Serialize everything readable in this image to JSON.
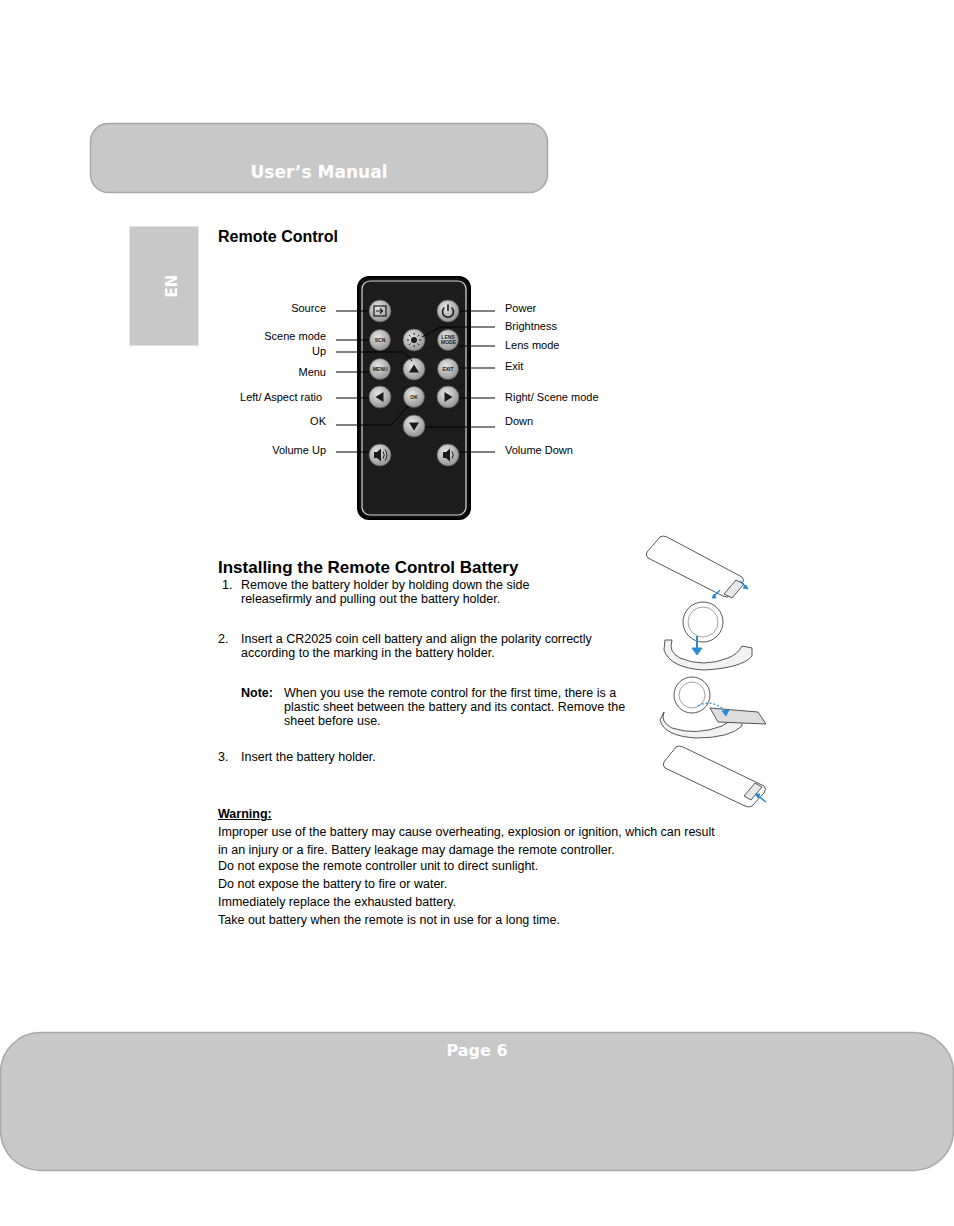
{
  "diagram": {
    "nodes": [
      {
        "text": [
          "User’s Manual"
        ]
      },
      {
        "text": [
          "EN"
        ]
      },
      {
        "text": [
          "SCN"
        ]
      },
      {
        "text": [
          "LENS MODE"
        ]
      },
      {
        "text": [
          "MENU"
        ]
      },
      {
        "text": [
          "EXIT"
        ]
      },
      {
        "text": [
          "OK"
        ]
      },
      {
        "text": [
          "Page 6"
        ]
      }
    ],
    "labels": [
      "Remote Control",
      "Source",
      "Scene mode",
      "Up",
      "Menu",
      "Left/ Aspect ratio",
      "OK",
      "Volume Up",
      "Power",
      "Brightness",
      "Lens mode",
      "Exit",
      "Right/ Scene mode",
      "Down",
      "Volume Down",
      "Installing the Remote Control Battery",
      "1.",
      "Remove the battery holder by holding down the side releasefirmly and pulling out the battery holder.",
      "2.",
      "Insert a CR2025 coin cell battery and align the polarity correctly according to the marking in the battery holder.",
      "Note:",
      "When you use the remote control for the first time, there is a plastic sheet between the battery and its contact. Remove the sheet before use.",
      "3.",
      "Insert the battery holder.",
      "Warning:",
      "Improper use of the battery may cause overheating, explosion or ignition, which can result in an injury or a fire. Battery leakage may damage the remote controller.",
      "Do not expose the remote controller unit to direct sunlight.",
      "Do not expose the battery to fire or water.",
      "Immediately replace the exhausted battery.",
      "Take out battery when the remote is not in use for a long time."
    ]
  }
}
